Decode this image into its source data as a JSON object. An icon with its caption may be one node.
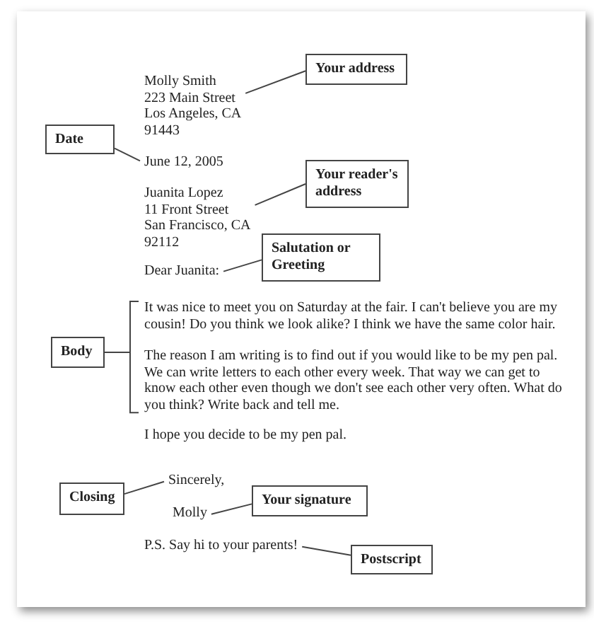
{
  "diagram": {
    "nodes": [
      {
        "text": [
          "Your address"
        ]
      },
      {
        "text": [
          "Molly Smith",
          "223 Main Street",
          "Los Angeles, CA",
          "91443"
        ]
      },
      {
        "text": [
          "Date"
        ]
      },
      {
        "text": [
          "June 12, 2005"
        ]
      },
      {
        "text": [
          "Your reader's address"
        ]
      },
      {
        "text": [
          "Juanita Lopez",
          "11 Front Street",
          "San Francisco, CA",
          "92112"
        ]
      },
      {
        "text": [
          "Salutation or Greeting"
        ]
      },
      {
        "text": [
          "Dear Juanita:"
        ]
      },
      {
        "text": [
          "Body"
        ]
      },
      {
        "text": [
          "It was nice to meet you on Saturday at the fair. I can't believe you are my cousin! Do you think we look alike? I think we have the same color hair.",
          "The reason I am writing is to find out if you would like to be my pen pal. We can write letters to each other every week. That way we can get to know each other even though we don't see each other very often. What do you think? Write back and tell me."
        ]
      },
      {
        "text": [
          "Closing"
        ]
      },
      {
        "text": [
          "Sincerely,"
        ]
      },
      {
        "text": [
          "Your signature"
        ]
      },
      {
        "text": [
          "Molly"
        ]
      },
      {
        "text": [
          "P.S. Say hi to your parents!"
        ]
      },
      {
        "text": [
          "Postscript"
        ]
      }
    ],
    "edges": [
      {
        "from": 0,
        "to": 1,
        "arrow": "none"
      },
      {
        "from": 2,
        "to": 3,
        "arrow": "none"
      },
      {
        "from": 4,
        "to": 5,
        "arrow": "none"
      },
      {
        "from": 6,
        "to": 7,
        "arrow": "none"
      },
      {
        "from": 8,
        "to": 9,
        "arrow": "none"
      },
      {
        "from": 10,
        "to": 11,
        "arrow": "none"
      },
      {
        "from": 12,
        "to": 13,
        "arrow": "none"
      },
      {
        "from": 15,
        "to": 14,
        "arrow": "none"
      }
    ],
    "labels": [
      "I hope you decide to be my pen pal."
    ]
  }
}
